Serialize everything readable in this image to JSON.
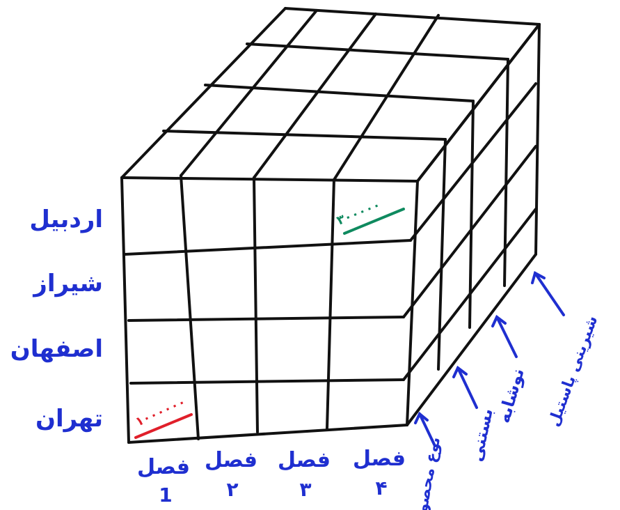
{
  "rows": {
    "labels": [
      "اردبیل",
      "شیراز",
      "اصفهان",
      "تهران"
    ],
    "color": "#1f2fd0"
  },
  "columns": {
    "labels": [
      {
        "word": "فصل",
        "num": "1"
      },
      {
        "word": "فصل",
        "num": "۲"
      },
      {
        "word": "فصل",
        "num": "۳"
      },
      {
        "word": "فصل",
        "num": "۴"
      }
    ],
    "color": "#1f2fd0"
  },
  "depth": {
    "labels": [
      "نوع محصول",
      "بستنی",
      "نوشابه",
      "شیرینی پاستیل"
    ],
    "color": "#1f2fd0"
  },
  "cell_notes": {
    "front_left_bottom": {
      "text": "۱۰۰۰۰۰۰",
      "color": "#e01f2a"
    },
    "front_right_top": {
      "text": "۳۰۰۰۰۰",
      "color": "#0f8a5f"
    }
  },
  "line_color": "#111111"
}
